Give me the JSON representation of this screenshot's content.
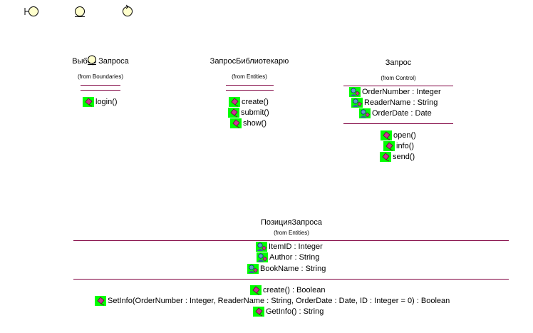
{
  "colors": {
    "separator": "#800040",
    "icon_bg": "#00ff00",
    "stereotype_fill": "#ffffcc"
  },
  "classes": {
    "boundary": {
      "name": "Выбор Запроса",
      "from": "(from Boundaries)",
      "operations": [
        "login()"
      ]
    },
    "entity": {
      "name": "ЗапросБиблиотекарю",
      "from": "(from Entities)",
      "operations": [
        "create()",
        "submit()",
        "show()"
      ]
    },
    "control": {
      "name": "Запрос",
      "from": "(from Control)",
      "attributes": [
        "OrderNumber : Integer",
        "ReaderName : String",
        "OrderDate : Date"
      ],
      "operations": [
        "open()",
        "info()",
        "send()"
      ]
    },
    "position": {
      "name": "ПозицияЗапроса",
      "from": "(from Entities)",
      "attributes": [
        "ItemID : Integer",
        "Author : String",
        "BookName : String"
      ],
      "operations": [
        "create() : Boolean",
        "SetInfo(OrderNumber : Integer, ReaderName : String, OrderDate : Date, ID : Integer = 0) : Boolean",
        "GetInfo() : String"
      ]
    }
  }
}
